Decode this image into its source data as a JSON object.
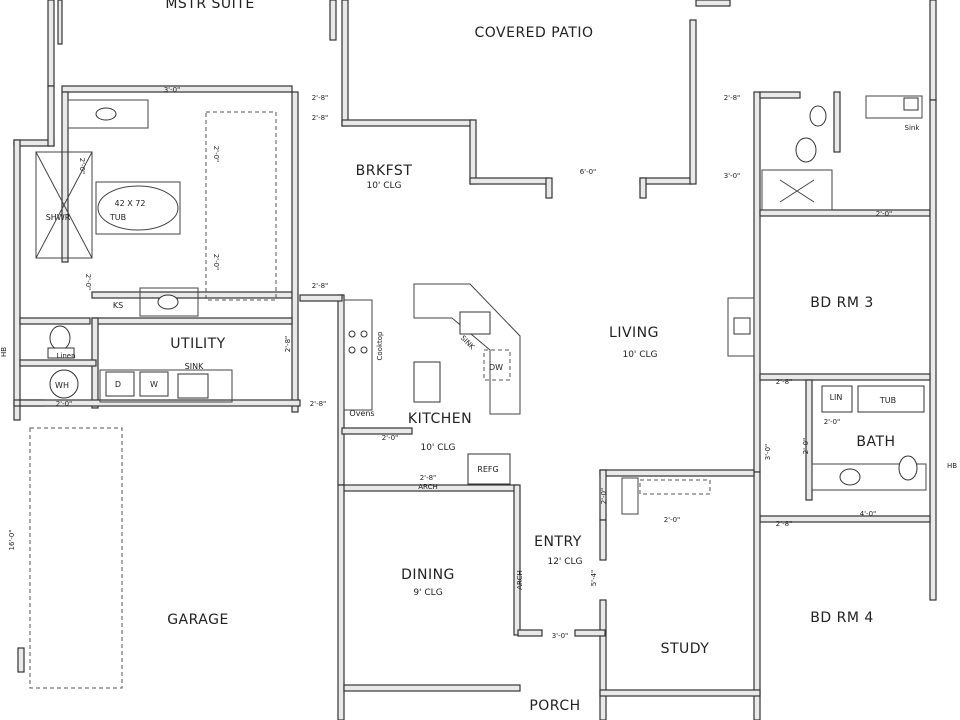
{
  "rooms": {
    "mstr_suite": "MSTR SUITE",
    "covered_patio": "COVERED PATIO",
    "brkfst": "BRKFST",
    "brkfst_clg": "10' CLG",
    "living": "LIVING",
    "living_clg": "10' CLG",
    "bd_rm_3": "BD RM 3",
    "bd_rm_4": "BD RM 4",
    "bath": "BATH",
    "utility": "UTILITY",
    "kitchen": "KITCHEN",
    "kitchen_clg": "10' CLG",
    "dining": "DINING",
    "dining_clg": "9' CLG",
    "entry": "ENTRY",
    "entry_clg": "12' CLG",
    "study": "STUDY",
    "garage": "GARAGE",
    "porch": "PORCH"
  },
  "fixtures": {
    "shwr": "SHWR",
    "tub_size": "42 X 72",
    "tub": "TUB",
    "ks": "KS",
    "linen": "Linen",
    "wh": "WH",
    "dryer": "D",
    "washer": "W",
    "utility_sink": "SINK",
    "kitchen_sink": "SINK",
    "dw": "DW",
    "cooktop": "Cooktop",
    "ovens": "Ovens",
    "refg": "REFG",
    "lin": "LIN",
    "bath_tub": "TUB",
    "sink_top": "Sink",
    "hb": "HB"
  },
  "dimensions": {
    "d_3_0_mstr": "3'-0\"",
    "d_2_8_a": "2'-8\"",
    "d_2_8_b": "2'-8\"",
    "d_2_0_shwr": "2'-0\"",
    "d_2_0_closet": "2'-0\"",
    "d_2_0_closet2": "2'-0\"",
    "d_2_0_toilet": "2'-0\"",
    "d_2_0_wh": "2'-0\"",
    "d_2_8_brk": "2'-8\"",
    "d_2_8_util": "2'-8\"",
    "d_2_8_util2": "2'-8\"",
    "d_6_0": "6'-0\"",
    "d_3_0_hall": "3'-0\"",
    "d_2_8_hall": "2'-8\"",
    "d_2_0_bd": "2'-0\"",
    "d_2_8_bd3": "2'-8\"",
    "d_2_0_lin": "2'-0\"",
    "d_2_0_bath": "2'-0\"",
    "d_3_0_living": "3'-0\"",
    "d_2_0_pantry": "2'-0\"",
    "d_2_8_arch": "2'-8\"",
    "arch": "ARCH",
    "arch_dining": "ARCH",
    "d_2_0_entry": "2'-0\"",
    "d_2_0_study": "2'-0\"",
    "d_5_4": "5'-4\"",
    "d_3_0_porch": "3'-0\"",
    "d_2_8_bd4": "2'-8\"",
    "d_4_0": "4'-0\"",
    "d_16_0": "16'-0\""
  },
  "colors": {
    "wall": "#e9e9e9",
    "line": "#333333",
    "background": "#ffffff"
  }
}
